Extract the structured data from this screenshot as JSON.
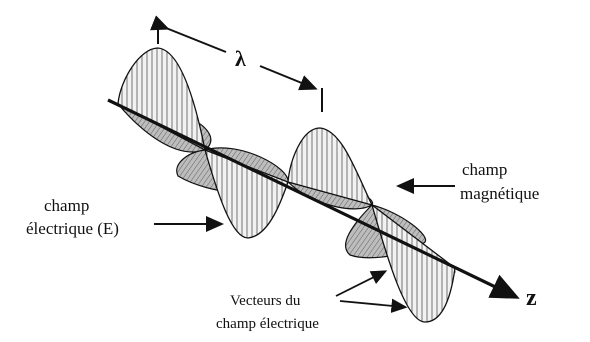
{
  "labels": {
    "wavelength": "λ",
    "magnetic_line1": "champ",
    "magnetic_line2": "magnétique",
    "electric_line1": "champ",
    "electric_line2": "électrique (E)",
    "vectors_line1": "Vecteurs du",
    "vectors_line2": "champ électrique",
    "axis": "z"
  }
}
